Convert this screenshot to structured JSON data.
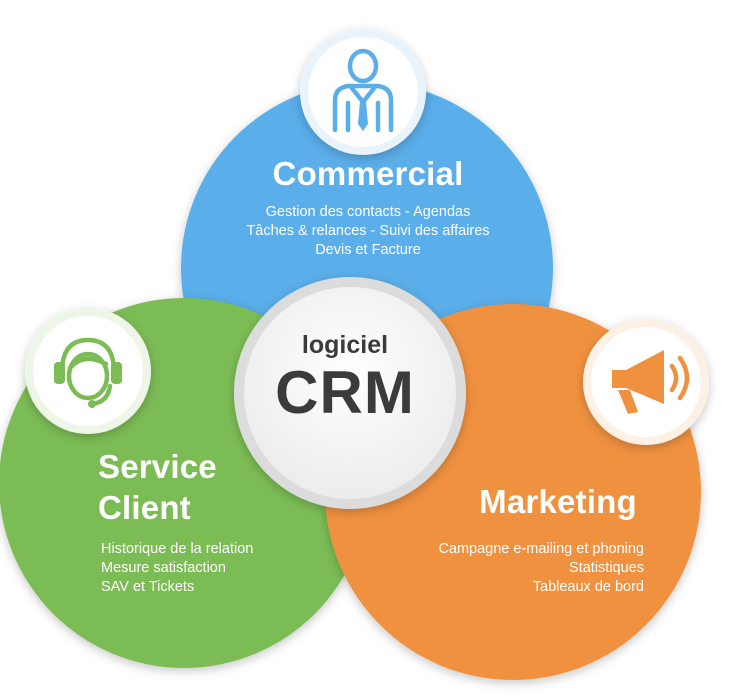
{
  "colors": {
    "commercial": "#5aaee9",
    "service_client": "#7bbc55",
    "marketing": "#f0913f",
    "center_text": "#3b3b3b",
    "white": "#ffffff"
  },
  "center": {
    "subtitle": "logiciel",
    "title": "CRM"
  },
  "commercial": {
    "icon": "businessman-icon",
    "title": "Commercial",
    "lines": [
      "Gestion des contacts - Agendas",
      "Tâches & relances - Suivi des affaires",
      "Devis et Facture"
    ]
  },
  "service_client": {
    "icon": "headset-agent-icon",
    "title_line1": "Service",
    "title_line2": "Client",
    "lines": [
      "Historique de la relation",
      "Mesure satisfaction",
      "SAV et Tickets"
    ]
  },
  "marketing": {
    "icon": "megaphone-icon",
    "title": "Marketing",
    "lines": [
      "Campagne e-mailing et phoning",
      "Statistiques",
      "Tableaux de bord"
    ]
  }
}
